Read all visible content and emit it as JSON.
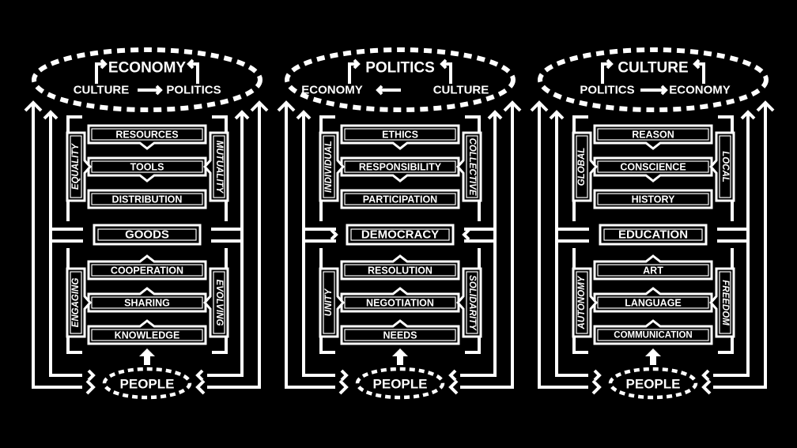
{
  "panels": [
    {
      "top": "ECONOMY",
      "left": "CULTURE",
      "right": "POLITICS",
      "flow": "right",
      "upper": [
        "RESOURCES",
        "TOOLS",
        "DISTRIBUTION"
      ],
      "upper_bold": [
        false,
        false,
        true
      ],
      "side_ul": "EQUALITY",
      "side_ur": "MUTUALITY",
      "center": "GOODS",
      "lower": [
        "COOPERATION",
        "SHARING",
        "KNOWLEDGE"
      ],
      "lower_bold": [
        true,
        false,
        false
      ],
      "side_ll": "ENGAGING",
      "side_lr": "EVOLVING",
      "people": "PEOPLE",
      "center_arrow": "none"
    },
    {
      "top": "POLITICS",
      "left": "ECONOMY",
      "right": "CULTURE",
      "flow": "left",
      "upper": [
        "ETHICS",
        "RESPONSIBILITY",
        "PARTICIPATION"
      ],
      "upper_bold": [
        false,
        false,
        true
      ],
      "side_ul": "INDIVIDUAL",
      "side_ur": "COLLECTIVE",
      "center": "DEMOCRACY",
      "lower": [
        "RESOLUTION",
        "NEGOTIATION",
        "NEEDS"
      ],
      "lower_bold": [
        true,
        false,
        false
      ],
      "side_ll": "UNITY",
      "side_lr": "SOLIDARITY",
      "people": "PEOPLE",
      "center_arrow": "both"
    },
    {
      "top": "CULTURE",
      "left": "POLITICS",
      "right": "ECONOMY",
      "flow": "right",
      "upper": [
        "REASON",
        "CONSCIENCE",
        "HISTORY"
      ],
      "upper_bold": [
        false,
        false,
        true
      ],
      "side_ul": "GLOBAL",
      "side_ur": "LOCAL",
      "center": "EDUCATION",
      "lower": [
        "ART",
        "LANGUAGE",
        "COMMUNICATION"
      ],
      "lower_bold": [
        true,
        false,
        false
      ],
      "side_ll": "AUTONOMY",
      "side_lr": "FREEDOM",
      "people": "PEOPLE",
      "center_arrow": "none"
    }
  ]
}
